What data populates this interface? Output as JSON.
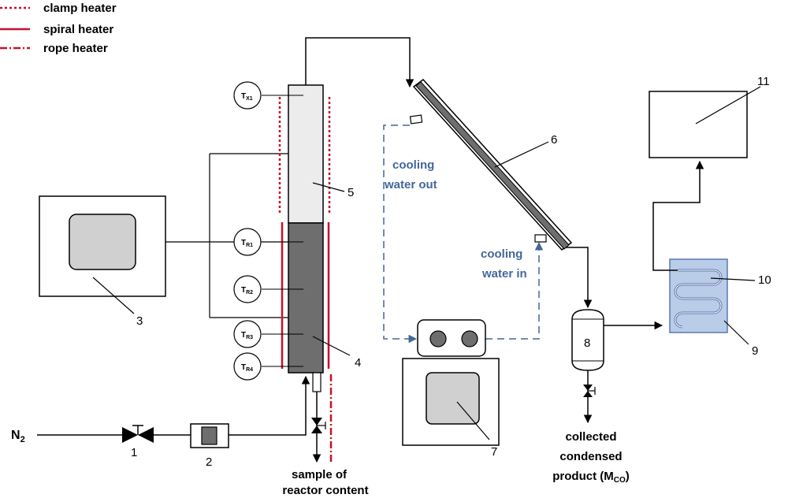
{
  "legend": {
    "clamp": "clamp heater",
    "spiral": "spiral heater",
    "rope": "rope heater"
  },
  "sensors": {
    "tx1": {
      "main": "T",
      "sub": "X1"
    },
    "tr1": {
      "main": "T",
      "sub": "R1"
    },
    "tr2": {
      "main": "T",
      "sub": "R2"
    },
    "tr3": {
      "main": "T",
      "sub": "R3"
    },
    "tr4": {
      "main": "T",
      "sub": "R4"
    }
  },
  "labels": {
    "n1": "1",
    "n2": "2",
    "n3": "3",
    "n4": "4",
    "n5": "5",
    "n6": "6",
    "n7": "7",
    "n8": "8",
    "n9": "9",
    "n10": "10",
    "n11": "11",
    "n2_gas_main": "N",
    "n2_gas_sub": "2",
    "cooling_out_1": "cooling",
    "cooling_out_2": "water out",
    "cooling_in_1": "cooling",
    "cooling_in_2": "water in",
    "sample_1": "sample of",
    "sample_2": "reactor content",
    "collected_1": "collected",
    "collected_2": "condensed",
    "collected_3_pre": "product (M",
    "collected_3_sub": "CO",
    "collected_3_post": ")"
  },
  "colors": {
    "heater_red": "#c8102e",
    "reactor_dark": "#6e6e6e",
    "reactor_light": "#ececec",
    "screen_grey": "#d0d0d0",
    "water_blue": "#44679a",
    "exchanger_fill": "#b9cce8",
    "exchanger_border": "#5a78b0"
  }
}
